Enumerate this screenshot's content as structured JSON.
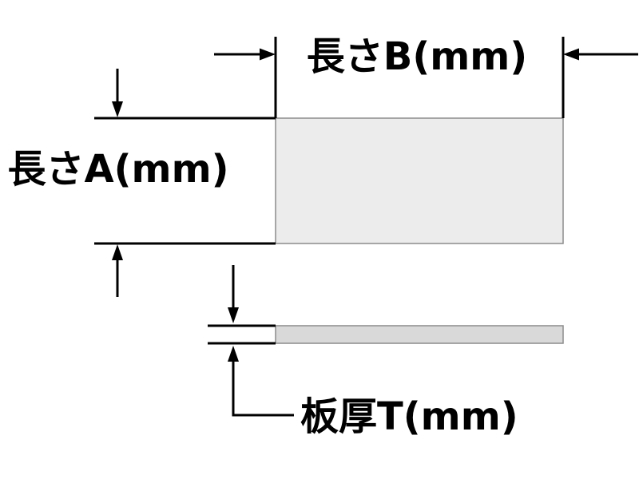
{
  "diagram": {
    "labels": {
      "length_b": "長さB(mm)",
      "length_a": "長さA(mm)",
      "thickness_t": "板厚T(mm)"
    },
    "colors": {
      "background": "#ffffff",
      "line": "#000000",
      "plate_top_fill": "#ececec",
      "plate_side_fill": "#d9d9d9",
      "plate_border": "#8c8c8c"
    }
  }
}
